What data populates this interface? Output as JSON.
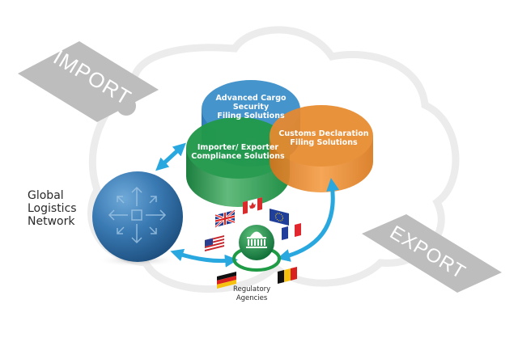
{
  "tags": {
    "import": "IMPORT",
    "export": "EXPORT"
  },
  "network": {
    "label_lines": [
      "Global",
      "Logistics",
      "Network"
    ]
  },
  "solutions": [
    {
      "lines": [
        "Advanced Cargo",
        "Security",
        "Filing Solutions"
      ],
      "color": "#3f8ec7"
    },
    {
      "lines": [
        "Importer/ Exporter",
        "Compliance Solutions"
      ],
      "color": "#1e9a47"
    },
    {
      "lines": [
        "Customs Declaration",
        "Filing Solutions"
      ],
      "color": "#ea8a2a"
    }
  ],
  "regulatory": {
    "label_lines": [
      "Regulatory",
      "Agencies"
    ],
    "flags": [
      "United Kingdom",
      "Canada",
      "European Union",
      "United States",
      "France",
      "Germany",
      "Belgium"
    ]
  },
  "colors": {
    "arrow": "#29a8e0",
    "cloud": "#ececec",
    "tag": "#bdbdbd",
    "sphere": "#2f6fa6",
    "agency": "#1f8f44"
  }
}
